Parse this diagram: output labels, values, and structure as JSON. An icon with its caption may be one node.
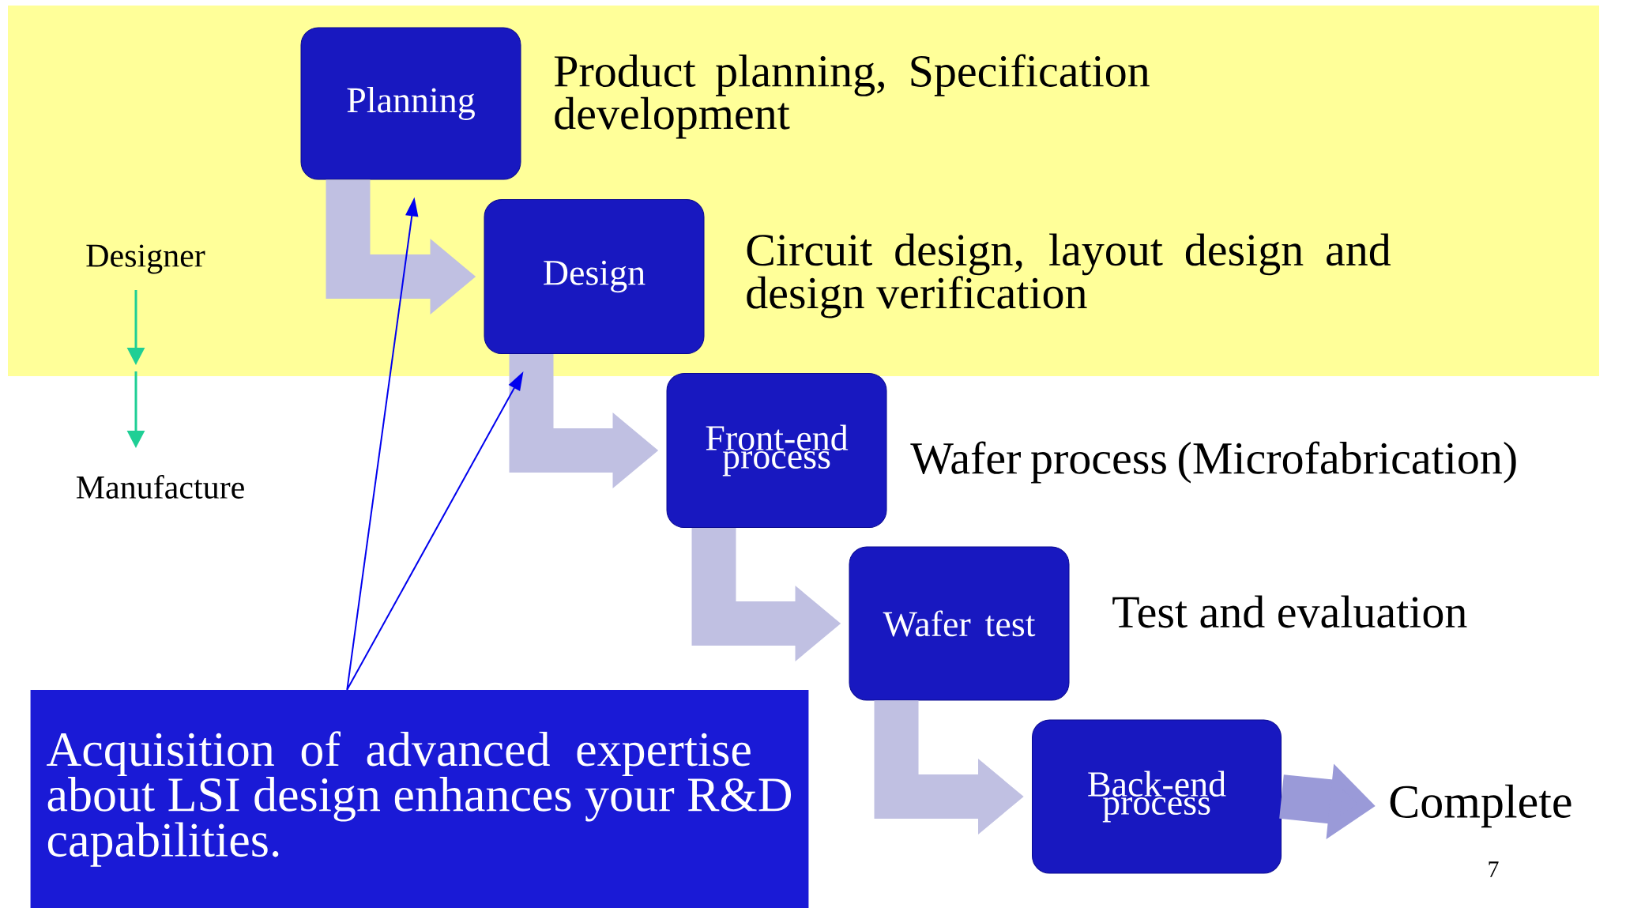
{
  "diagram": {
    "nodes": [
      {
        "text": [
          "Planning"
        ],
        "beside": [
          "Product planning, Specification development"
        ]
      },
      {
        "text": [
          "Design"
        ],
        "beside": [
          "Circuit design, layout design and design verification"
        ]
      },
      {
        "text": [
          "Front-end process"
        ],
        "beside": [
          "Wafer process (Microfabrication)"
        ]
      },
      {
        "text": [
          "Wafer test"
        ],
        "beside": [
          "Test and evaluation"
        ]
      },
      {
        "text": [
          "Back-end process"
        ]
      },
      {
        "text": [
          "Complete"
        ]
      },
      {
        "text": [
          "Acquisition of advanced expertise about LSI design enhances your R&D capabilities."
        ]
      }
    ],
    "edges": [
      {
        "from": 0,
        "to": 1,
        "arrow": "to"
      },
      {
        "from": 1,
        "to": 2,
        "arrow": "to"
      },
      {
        "from": 2,
        "to": 3,
        "arrow": "to"
      },
      {
        "from": 3,
        "to": 4,
        "arrow": "to"
      },
      {
        "from": 4,
        "to": 5,
        "arrow": "to",
        "color": "#9a9ad8"
      },
      {
        "from": 6,
        "to": 0,
        "arrow": "to",
        "color": "#0000ee"
      },
      {
        "from": 6,
        "to": 1,
        "arrow": "to",
        "color": "#0000ee"
      }
    ],
    "labels": [
      "Designer",
      "Manufacture",
      "7"
    ]
  }
}
